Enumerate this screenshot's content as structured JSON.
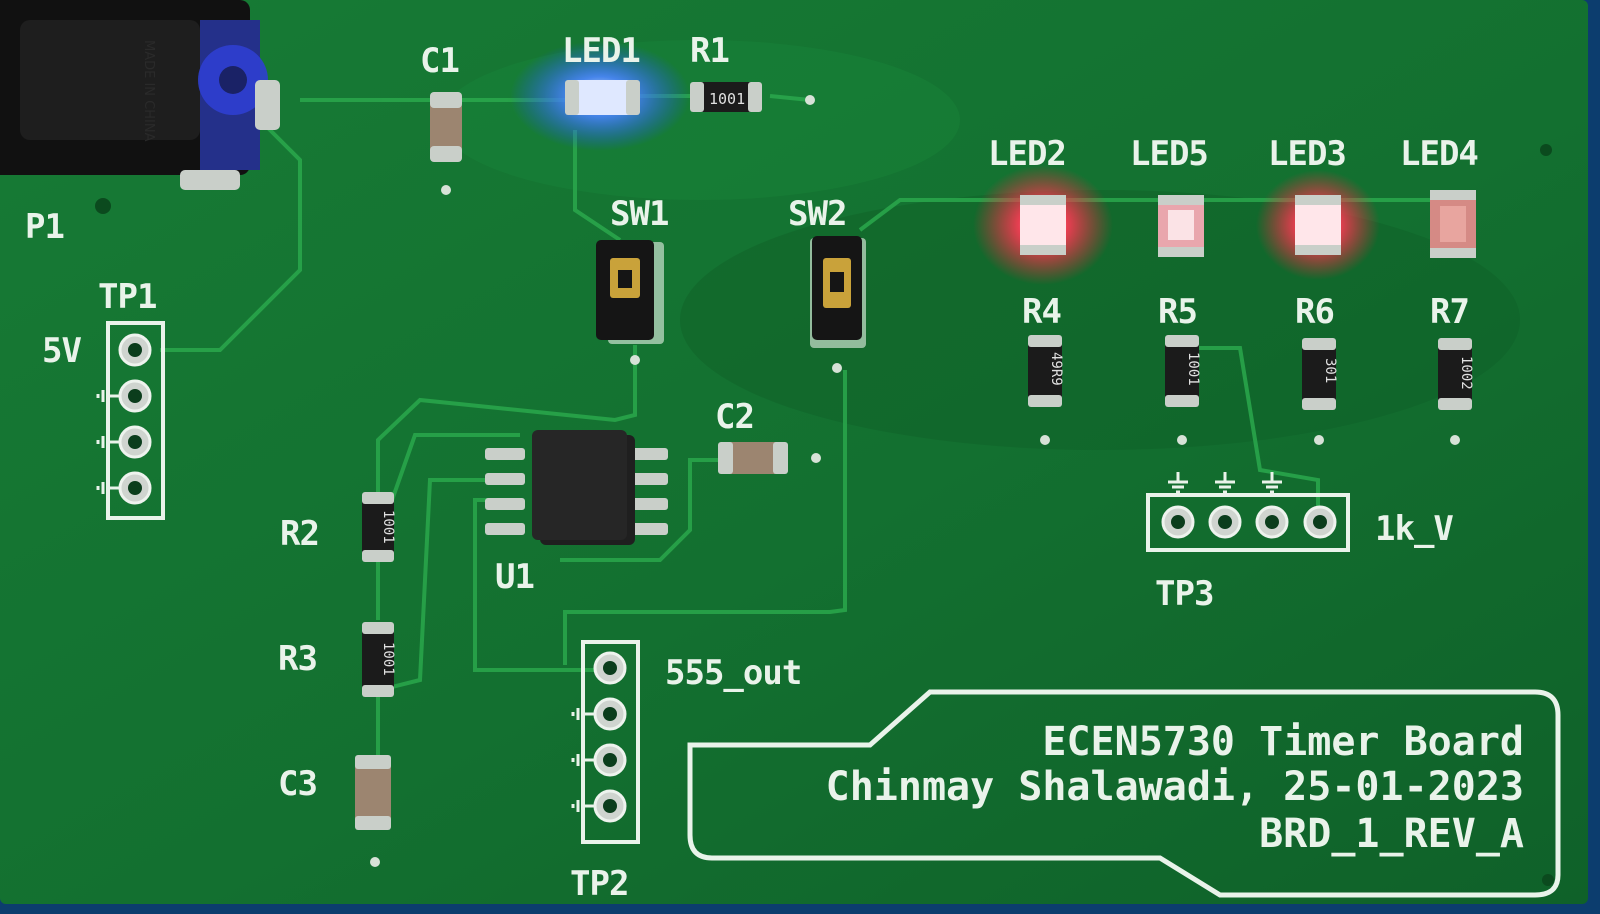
{
  "colors": {
    "board": "#167a34",
    "board_dark": "#0f5f27",
    "trace": "#2aa84c",
    "silkscreen": "#e9f3ea",
    "pad": "#c9cfc9",
    "led_blue": "#3a7bff",
    "led_red": "#ff2b4a",
    "chip": "#1e1e1e"
  },
  "labels": {
    "p1": "P1",
    "c1": "C1",
    "led1": "LED1",
    "r1": "R1",
    "sw1": "SW1",
    "sw2": "SW2",
    "led2": "LED2",
    "led5": "LED5",
    "led3": "LED3",
    "led4": "LED4",
    "r4": "R4",
    "r5": "R5",
    "r6": "R6",
    "r7": "R7",
    "tp1": "TP1",
    "tp1_5v": "5V",
    "tp2": "TP2",
    "tp2_out": "555_out",
    "tp3": "TP3",
    "tp3_out": "1k_V",
    "c2": "C2",
    "u1": "U1",
    "r2": "R2",
    "r3": "R3",
    "c3": "C3"
  },
  "resistor_codes": {
    "r1": "1001",
    "r2": "1001",
    "r3": "1001",
    "r4": "49R9",
    "r5": "1001",
    "r6": "301",
    "r7": "1002"
  },
  "connector_marking": "MADE IN CHINA",
  "title_block": {
    "line1": "ECEN5730 Timer Board",
    "line2": "Chinmay Shalawadi, 25-01-2023",
    "line3": "BRD_1_REV_A"
  },
  "icons": {
    "ground": "ground-symbol-icon",
    "test_point": "test-point-pad-icon"
  }
}
